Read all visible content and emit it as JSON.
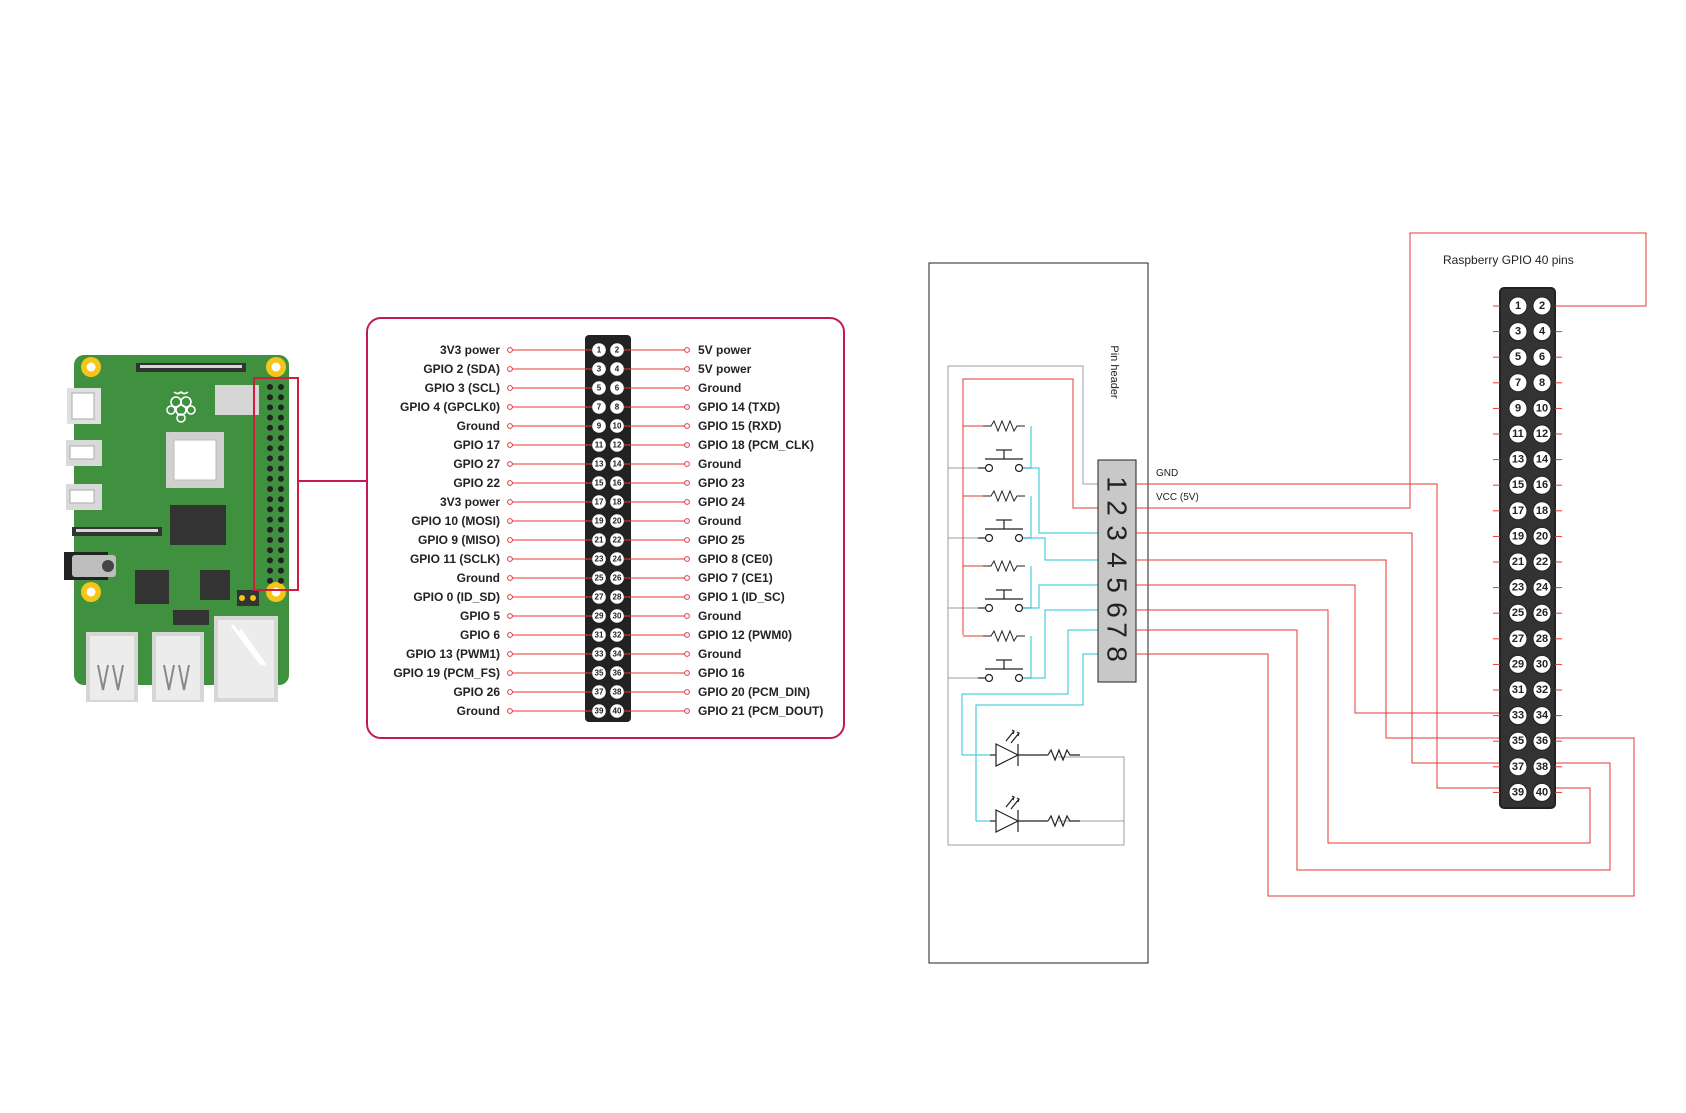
{
  "colors": {
    "wire_red": "#e53935",
    "wire_cyan": "#26c6da",
    "wire_grey": "#9e9e9e",
    "board_green": "#3f9140",
    "panel_border": "#c2185b",
    "header_black": "#222222"
  },
  "pinout_panel": {
    "pins": [
      {
        "num": "1",
        "label": "3V3 power"
      },
      {
        "num": "2",
        "label": "5V power"
      },
      {
        "num": "3",
        "label": "GPIO 2 (SDA)"
      },
      {
        "num": "4",
        "label": "5V power"
      },
      {
        "num": "5",
        "label": "GPIO 3 (SCL)"
      },
      {
        "num": "6",
        "label": "Ground"
      },
      {
        "num": "7",
        "label": "GPIO 4 (GPCLK0)"
      },
      {
        "num": "8",
        "label": "GPIO 14 (TXD)"
      },
      {
        "num": "9",
        "label": "Ground"
      },
      {
        "num": "10",
        "label": "GPIO 15 (RXD)"
      },
      {
        "num": "11",
        "label": "GPIO 17"
      },
      {
        "num": "12",
        "label": "GPIO 18 (PCM_CLK)"
      },
      {
        "num": "13",
        "label": "GPIO 27"
      },
      {
        "num": "14",
        "label": "Ground"
      },
      {
        "num": "15",
        "label": "GPIO 22"
      },
      {
        "num": "16",
        "label": "GPIO 23"
      },
      {
        "num": "17",
        "label": "3V3 power"
      },
      {
        "num": "18",
        "label": "GPIO 24"
      },
      {
        "num": "19",
        "label": "GPIO 10 (MOSI)"
      },
      {
        "num": "20",
        "label": "Ground"
      },
      {
        "num": "21",
        "label": "GPIO 9 (MISO)"
      },
      {
        "num": "22",
        "label": "GPIO 25"
      },
      {
        "num": "23",
        "label": "GPIO 11 (SCLK)"
      },
      {
        "num": "24",
        "label": "GPIO 8 (CE0)"
      },
      {
        "num": "25",
        "label": "Ground"
      },
      {
        "num": "26",
        "label": "GPIO 7 (CE1)"
      },
      {
        "num": "27",
        "label": "GPIO 0 (ID_SD)"
      },
      {
        "num": "28",
        "label": "GPIO 1 (ID_SC)"
      },
      {
        "num": "29",
        "label": "GPIO 5"
      },
      {
        "num": "30",
        "label": "Ground"
      },
      {
        "num": "31",
        "label": "GPIO 6"
      },
      {
        "num": "32",
        "label": "GPIO 12 (PWM0)"
      },
      {
        "num": "33",
        "label": "GPIO 13 (PWM1)"
      },
      {
        "num": "34",
        "label": "Ground"
      },
      {
        "num": "35",
        "label": "GPIO 19 (PCM_FS)"
      },
      {
        "num": "36",
        "label": "GPIO 16"
      },
      {
        "num": "37",
        "label": "GPIO 26"
      },
      {
        "num": "38",
        "label": "GPIO 20 (PCM_DIN)"
      },
      {
        "num": "39",
        "label": "Ground"
      },
      {
        "num": "40",
        "label": "GPIO 21 (PCM_DOUT)"
      }
    ]
  },
  "module": {
    "header_title": "Pin header",
    "header_numbers": [
      "1",
      "2",
      "3",
      "4",
      "5",
      "6",
      "7",
      "8"
    ],
    "gnd_label": "GND",
    "vcc_label": "VCC (5V)"
  },
  "gpio_header": {
    "title": "Raspberry GPIO 40 pins",
    "numbers": [
      "1",
      "2",
      "3",
      "4",
      "5",
      "6",
      "7",
      "8",
      "9",
      "10",
      "11",
      "12",
      "13",
      "14",
      "15",
      "16",
      "17",
      "18",
      "19",
      "20",
      "21",
      "22",
      "23",
      "24",
      "25",
      "26",
      "27",
      "28",
      "29",
      "30",
      "31",
      "32",
      "33",
      "34",
      "35",
      "36",
      "37",
      "38",
      "39",
      "40"
    ]
  }
}
